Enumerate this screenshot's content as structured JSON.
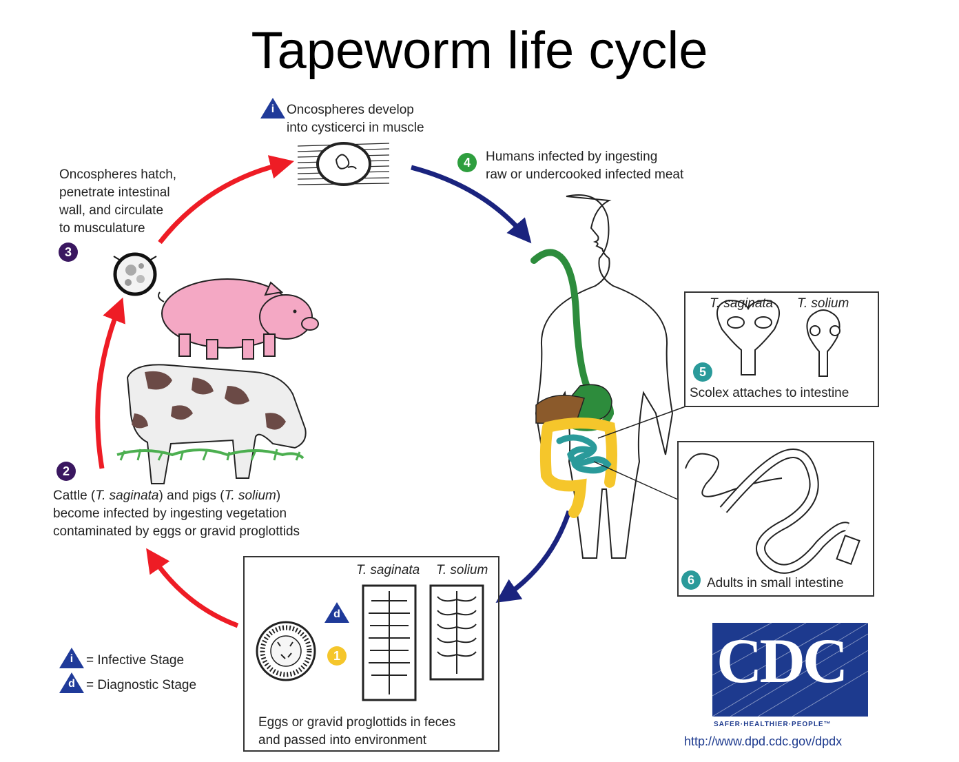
{
  "title": "Tapeworm life cycle",
  "steps": {
    "top": {
      "lines": [
        "Oncospheres develop",
        "into cysticerci in muscle"
      ]
    },
    "s4": {
      "num": "4",
      "lines": [
        "Humans infected by ingesting",
        "raw or undercooked infected meat"
      ]
    },
    "s3": {
      "num": "3",
      "lines": [
        "Oncospheres hatch,",
        "penetrate intestinal",
        "wall, and circulate",
        "to musculature"
      ]
    },
    "s2": {
      "num": "2",
      "line1_a": "Cattle (",
      "line1_b": "T. saginata",
      "line1_c": ") and pigs (",
      "line1_d": "T. solium",
      "line1_e": ")",
      "lines": [
        "become infected by ingesting vegetation",
        "contaminated by eggs or gravid proglottids"
      ]
    },
    "s5": {
      "num": "5",
      "label": "Scolex attaches to intestine",
      "species1": "T. saginata",
      "species2": "T. solium"
    },
    "s6": {
      "num": "6",
      "label": "Adults in small intestine"
    },
    "s1": {
      "num": "1",
      "species1": "T. saginata",
      "species2": "T. solium",
      "lines": [
        "Eggs or gravid proglottids in feces",
        "and passed into environment"
      ]
    }
  },
  "legend": {
    "infective_letter": "i",
    "infective": "= Infective Stage",
    "diagnostic_letter": "d",
    "diagnostic": "= Diagnostic Stage"
  },
  "cdc": {
    "letters": "CDC",
    "tagline": "SAFER·HEALTHIER·PEOPLE™",
    "url": "http://www.dpd.cdc.gov/dpdx"
  },
  "colors": {
    "red_arrow": "#ee1c25",
    "blue_arrow": "#1a237e",
    "cdc_blue": "#1d3a8e",
    "purple": "#3a1760",
    "green": "#2e9e3e",
    "teal": "#2a9a9a",
    "yellow": "#f5c62b"
  }
}
